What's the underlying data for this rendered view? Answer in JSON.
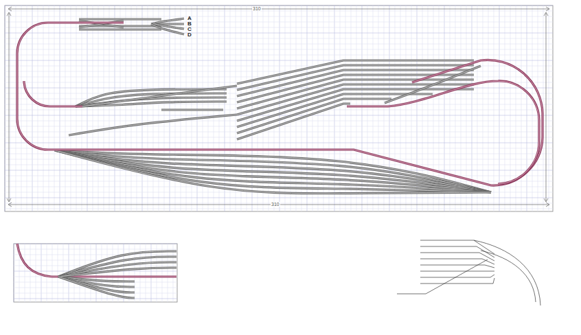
{
  "diagram": {
    "labels": [
      "A",
      "B",
      "C",
      "D",
      "310",
      "310"
    ]
  }
}
